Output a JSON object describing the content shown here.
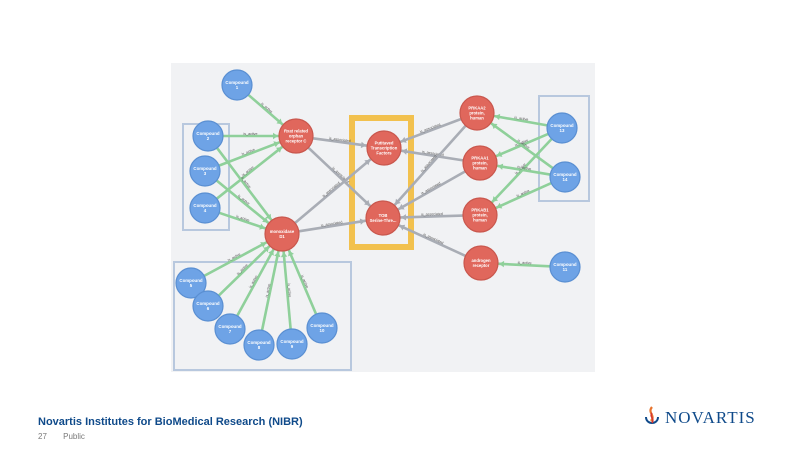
{
  "colors": {
    "panel_bg": "#f1f2f4",
    "compound_node": "#6ea3e6",
    "target_node": "#e0675c",
    "active_edge": "#8fd09a",
    "associated_edge": "#a9adb5",
    "group_box": "#b8c8de",
    "highlight_box": "#f2c14e",
    "brand_blue": "#0f4a8a"
  },
  "graph": {
    "nodes": [
      {
        "id": "c1",
        "type": "compound",
        "label": [
          "Compound",
          "1"
        ]
      },
      {
        "id": "c2",
        "type": "compound",
        "label": [
          "Compound",
          "2"
        ]
      },
      {
        "id": "c3",
        "type": "compound",
        "label": [
          "Compound",
          "3"
        ]
      },
      {
        "id": "c4",
        "type": "compound",
        "label": [
          "Compound",
          "4"
        ]
      },
      {
        "id": "c5",
        "type": "compound",
        "label": [
          "Compound",
          "5"
        ]
      },
      {
        "id": "c6",
        "type": "compound",
        "label": [
          "Compound",
          "6"
        ]
      },
      {
        "id": "c7",
        "type": "compound",
        "label": [
          "Compound",
          "7"
        ]
      },
      {
        "id": "c8",
        "type": "compound",
        "label": [
          "Compound",
          "8"
        ]
      },
      {
        "id": "c9",
        "type": "compound",
        "label": [
          "Compound",
          "9"
        ]
      },
      {
        "id": "c10",
        "type": "compound",
        "label": [
          "Compound",
          "10"
        ]
      },
      {
        "id": "c11",
        "type": "compound",
        "label": [
          "Compound",
          "11"
        ]
      },
      {
        "id": "c13",
        "type": "compound",
        "label": [
          "Compound",
          "13"
        ]
      },
      {
        "id": "c14",
        "type": "compound",
        "label": [
          "Compound",
          "14"
        ]
      },
      {
        "id": "t_orphan",
        "type": "target",
        "label": [
          "Rxat related",
          "orphan",
          "receptor C"
        ]
      },
      {
        "id": "t_mono",
        "type": "target",
        "label": [
          "monoxidase",
          "D1"
        ]
      },
      {
        "id": "t_putative",
        "type": "target",
        "label": [
          "Putitaved",
          "Transcription",
          "Factors"
        ]
      },
      {
        "id": "t_serine",
        "type": "target",
        "label": [
          "TOB",
          "Serine-Thre..."
        ]
      },
      {
        "id": "t_prkaa2",
        "type": "target",
        "label": [
          "PRKAA2",
          "protein,",
          "human"
        ]
      },
      {
        "id": "t_prkaa1",
        "type": "target",
        "label": [
          "PRKAA1",
          "protein,",
          "human"
        ]
      },
      {
        "id": "t_prkab1",
        "type": "target",
        "label": [
          "PRKAB1",
          "protein,",
          "human"
        ]
      },
      {
        "id": "t_androgen",
        "type": "target",
        "label": [
          "androgen",
          "receptor"
        ]
      }
    ],
    "edges": [
      {
        "from": "c1",
        "to": "t_orphan",
        "label": "is_active",
        "kind": "active"
      },
      {
        "from": "c2",
        "to": "t_orphan",
        "label": "is_active",
        "kind": "active"
      },
      {
        "from": "c3",
        "to": "t_orphan",
        "label": "is_active",
        "kind": "active"
      },
      {
        "from": "c4",
        "to": "t_orphan",
        "label": "is_active",
        "kind": "active"
      },
      {
        "from": "c2",
        "to": "t_mono",
        "label": "is_active",
        "kind": "active"
      },
      {
        "from": "c3",
        "to": "t_mono",
        "label": "is_active",
        "kind": "active"
      },
      {
        "from": "c4",
        "to": "t_mono",
        "label": "is_active",
        "kind": "active"
      },
      {
        "from": "c5",
        "to": "t_mono",
        "label": "is_active",
        "kind": "active"
      },
      {
        "from": "c6",
        "to": "t_mono",
        "label": "is_active",
        "kind": "active"
      },
      {
        "from": "c7",
        "to": "t_mono",
        "label": "is_active",
        "kind": "active"
      },
      {
        "from": "c8",
        "to": "t_mono",
        "label": "is_active",
        "kind": "active"
      },
      {
        "from": "c9",
        "to": "t_mono",
        "label": "is_active",
        "kind": "active"
      },
      {
        "from": "c10",
        "to": "t_mono",
        "label": "is_active",
        "kind": "active"
      },
      {
        "from": "t_orphan",
        "to": "t_putative",
        "label": "is_associated",
        "kind": "associated"
      },
      {
        "from": "t_orphan",
        "to": "t_serine",
        "label": "is_associated",
        "kind": "associated"
      },
      {
        "from": "t_mono",
        "to": "t_putative",
        "label": "is_associated",
        "kind": "associated"
      },
      {
        "from": "t_mono",
        "to": "t_serine",
        "label": "is_associated",
        "kind": "associated"
      },
      {
        "from": "t_prkaa2",
        "to": "t_putative",
        "label": "is_associated",
        "kind": "associated"
      },
      {
        "from": "t_prkaa1",
        "to": "t_putative",
        "label": "is_associated",
        "kind": "associated"
      },
      {
        "from": "t_prkaa2",
        "to": "t_serine",
        "label": "is_associated",
        "kind": "associated"
      },
      {
        "from": "t_prkaa1",
        "to": "t_serine",
        "label": "is_associated",
        "kind": "associated"
      },
      {
        "from": "t_prkab1",
        "to": "t_serine",
        "label": "is_associated",
        "kind": "associated"
      },
      {
        "from": "t_androgen",
        "to": "t_serine",
        "label": "is_associated",
        "kind": "associated"
      },
      {
        "from": "c13",
        "to": "t_prkaa2",
        "label": "is_active",
        "kind": "active"
      },
      {
        "from": "c13",
        "to": "t_prkaa1",
        "label": "is_active",
        "kind": "active"
      },
      {
        "from": "c13",
        "to": "t_prkab1",
        "label": "is_active",
        "kind": "active"
      },
      {
        "from": "c14",
        "to": "t_prkaa2",
        "label": "is_active",
        "kind": "active"
      },
      {
        "from": "c14",
        "to": "t_prkaa1",
        "label": "is_active",
        "kind": "active"
      },
      {
        "from": "c14",
        "to": "t_prkab1",
        "label": "is_active",
        "kind": "active"
      },
      {
        "from": "c11",
        "to": "t_androgen",
        "label": "is_active",
        "kind": "active"
      }
    ]
  },
  "footer": {
    "institute": "Novartis Institutes for BioMedical Research (NIBR)",
    "page_number": "27",
    "classification": "Public"
  },
  "logo": {
    "wordmark": "NOVARTIS",
    "icon": "novartis-flame-icon"
  }
}
